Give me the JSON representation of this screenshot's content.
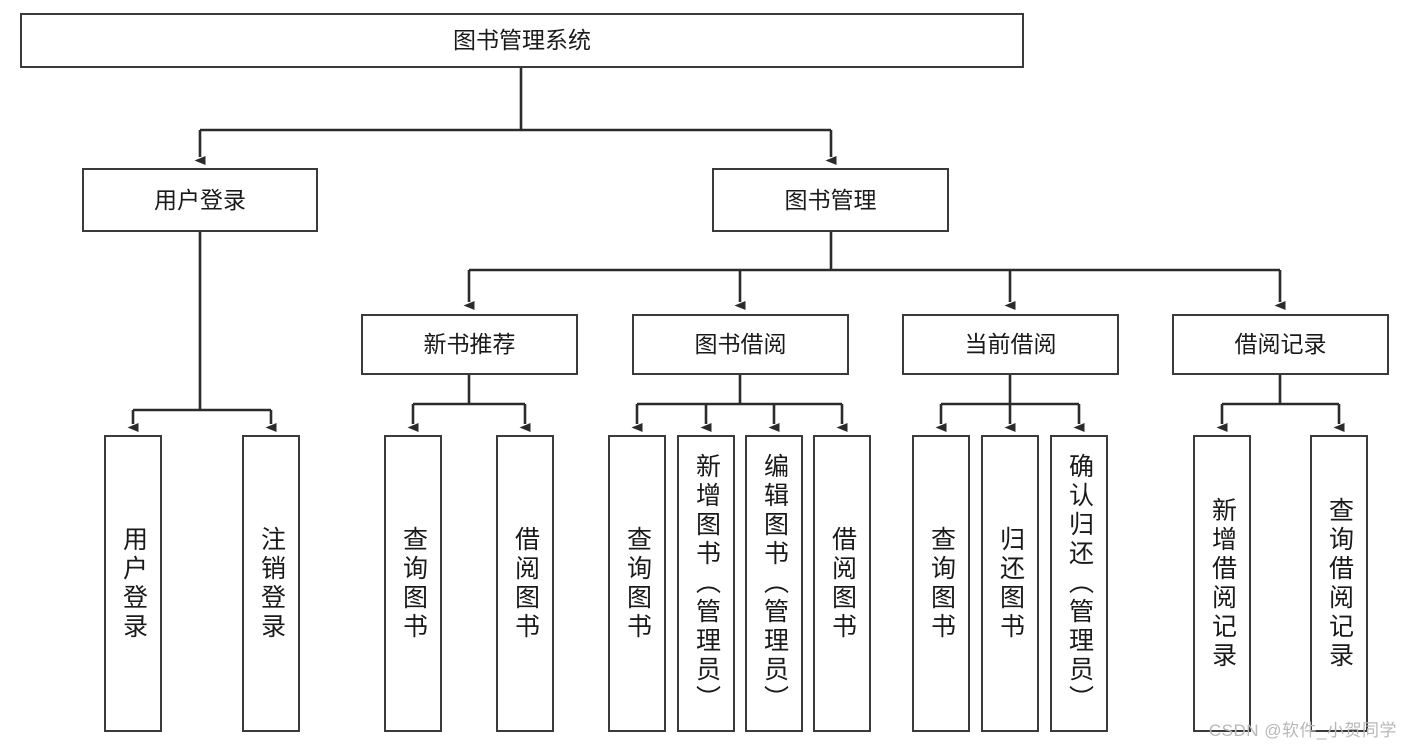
{
  "diagram": {
    "type": "tree-hierarchy",
    "title": "图书管理系统",
    "orientation": "top-down",
    "levels": 4,
    "nodes": {
      "root": {
        "label": "图书管理系统",
        "level": 1
      },
      "l2": [
        {
          "id": "user-login",
          "label": "用户登录",
          "level": 2
        },
        {
          "id": "book-manage",
          "label": "图书管理",
          "level": 2
        }
      ],
      "l3": [
        {
          "id": "new-book-rec",
          "label": "新书推荐",
          "level": 3,
          "parent": "book-manage"
        },
        {
          "id": "book-borrow",
          "label": "图书借阅",
          "level": 3,
          "parent": "book-manage"
        },
        {
          "id": "current-borrow",
          "label": "当前借阅",
          "level": 3,
          "parent": "book-manage"
        },
        {
          "id": "borrow-record",
          "label": "借阅记录",
          "level": 3,
          "parent": "book-manage"
        }
      ],
      "leaves": [
        {
          "id": "leaf-user-login",
          "label": "用户登录",
          "parent": "user-login"
        },
        {
          "id": "leaf-logout",
          "label": "注销登录",
          "parent": "user-login"
        },
        {
          "id": "leaf-query-book-1",
          "label": "查询图书",
          "parent": "new-book-rec"
        },
        {
          "id": "leaf-borrow-book-1",
          "label": "借阅图书",
          "parent": "new-book-rec"
        },
        {
          "id": "leaf-query-book-2",
          "label": "查询图书",
          "parent": "book-borrow"
        },
        {
          "id": "leaf-add-book",
          "label": "新增图书（管理员）",
          "parent": "book-borrow"
        },
        {
          "id": "leaf-edit-book",
          "label": "编辑图书（管理员）",
          "parent": "book-borrow"
        },
        {
          "id": "leaf-borrow-book-2",
          "label": "借阅图书",
          "parent": "book-borrow"
        },
        {
          "id": "leaf-query-book-3",
          "label": "查询图书",
          "parent": "current-borrow"
        },
        {
          "id": "leaf-return-book",
          "label": "归还图书",
          "parent": "current-borrow"
        },
        {
          "id": "leaf-confirm-return",
          "label": "确认归还（管理员）",
          "parent": "current-borrow"
        },
        {
          "id": "leaf-add-record",
          "label": "新增借阅记录",
          "parent": "borrow-record"
        },
        {
          "id": "leaf-query-record",
          "label": "查询借阅记录",
          "parent": "borrow-record"
        }
      ]
    },
    "colors": {
      "border": "#3a3a3a",
      "background": "#ffffff",
      "text": "#1a1a1a",
      "watermark": "#b8b8b8"
    }
  },
  "watermark": {
    "text": "CSDN @软件_小贺同学"
  }
}
